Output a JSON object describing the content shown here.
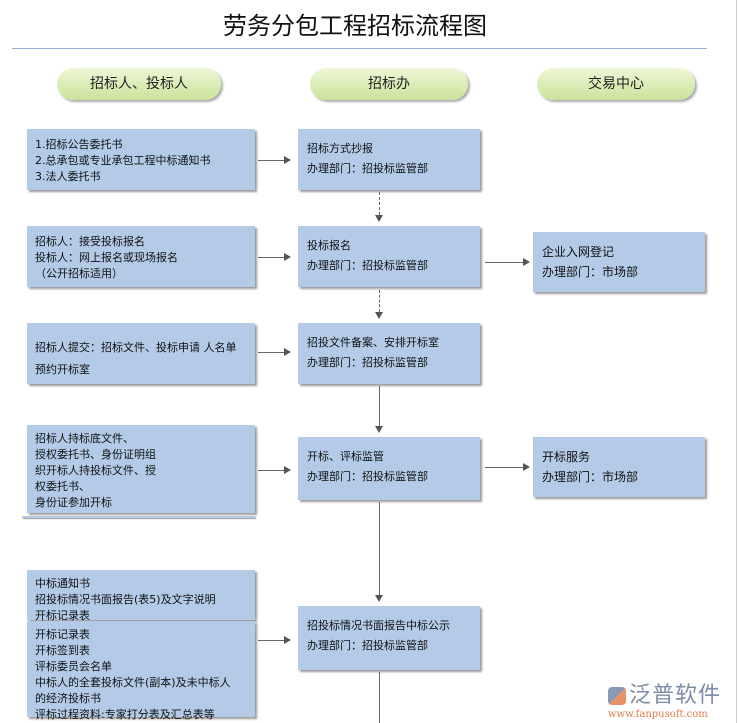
{
  "title": "劳务分包工程招标流程图",
  "columns": [
    "招标人、投标人",
    "招标办",
    "交易中心"
  ],
  "left": [
    [
      "1.招标公告委托书",
      "2.总承包或专业承包工程中标通知书",
      "3.法人委托书"
    ],
    [
      "招标人：接受投标报名",
      "投标人：网上报名或现场报名",
      "（公开招标适用）"
    ],
    [
      "招标人提交：招标文件、投标申请 人名单",
      "预约开标室"
    ],
    [
      "招标人持标底文件、",
      "授权委托书、身份证明组",
      "织开标人持投标文件、授",
      "权委托书、",
      "身份证参加开标"
    ],
    [
      "中标通知书",
      "招投标情况书面报告(表5)及文字说明",
      "开标记录表"
    ],
    [
      "开标记录表",
      "开标签到表",
      "评标委员会名单",
      "中标人的全套投标文件(副本)及未中标人",
      "的经济投标书",
      "评标过程资料:专家打分表及汇总表等"
    ]
  ],
  "middle": [
    {
      "name": "招标方式抄报",
      "dept": "办理部门：招投标监管部"
    },
    {
      "name": "投标报名",
      "dept": "办理部门：招投标监管部"
    },
    {
      "name": "招投文件备案、安排开标室",
      "dept": "办理部门：招投标监管部"
    },
    {
      "name": "开标、评标监管",
      "dept": "办理部门：招投标监管部"
    },
    {
      "name": "招投标情况书面报告中标公示",
      "dept": "办理部门：招投标监管部"
    }
  ],
  "right": [
    {
      "name": "企业入网登记",
      "dept": "办理部门：市场部"
    },
    {
      "name": "开标服务",
      "dept": "办理部门：市场部"
    }
  ],
  "logo": {
    "name": "泛普软件",
    "url": "www.fanpusoft.com"
  }
}
